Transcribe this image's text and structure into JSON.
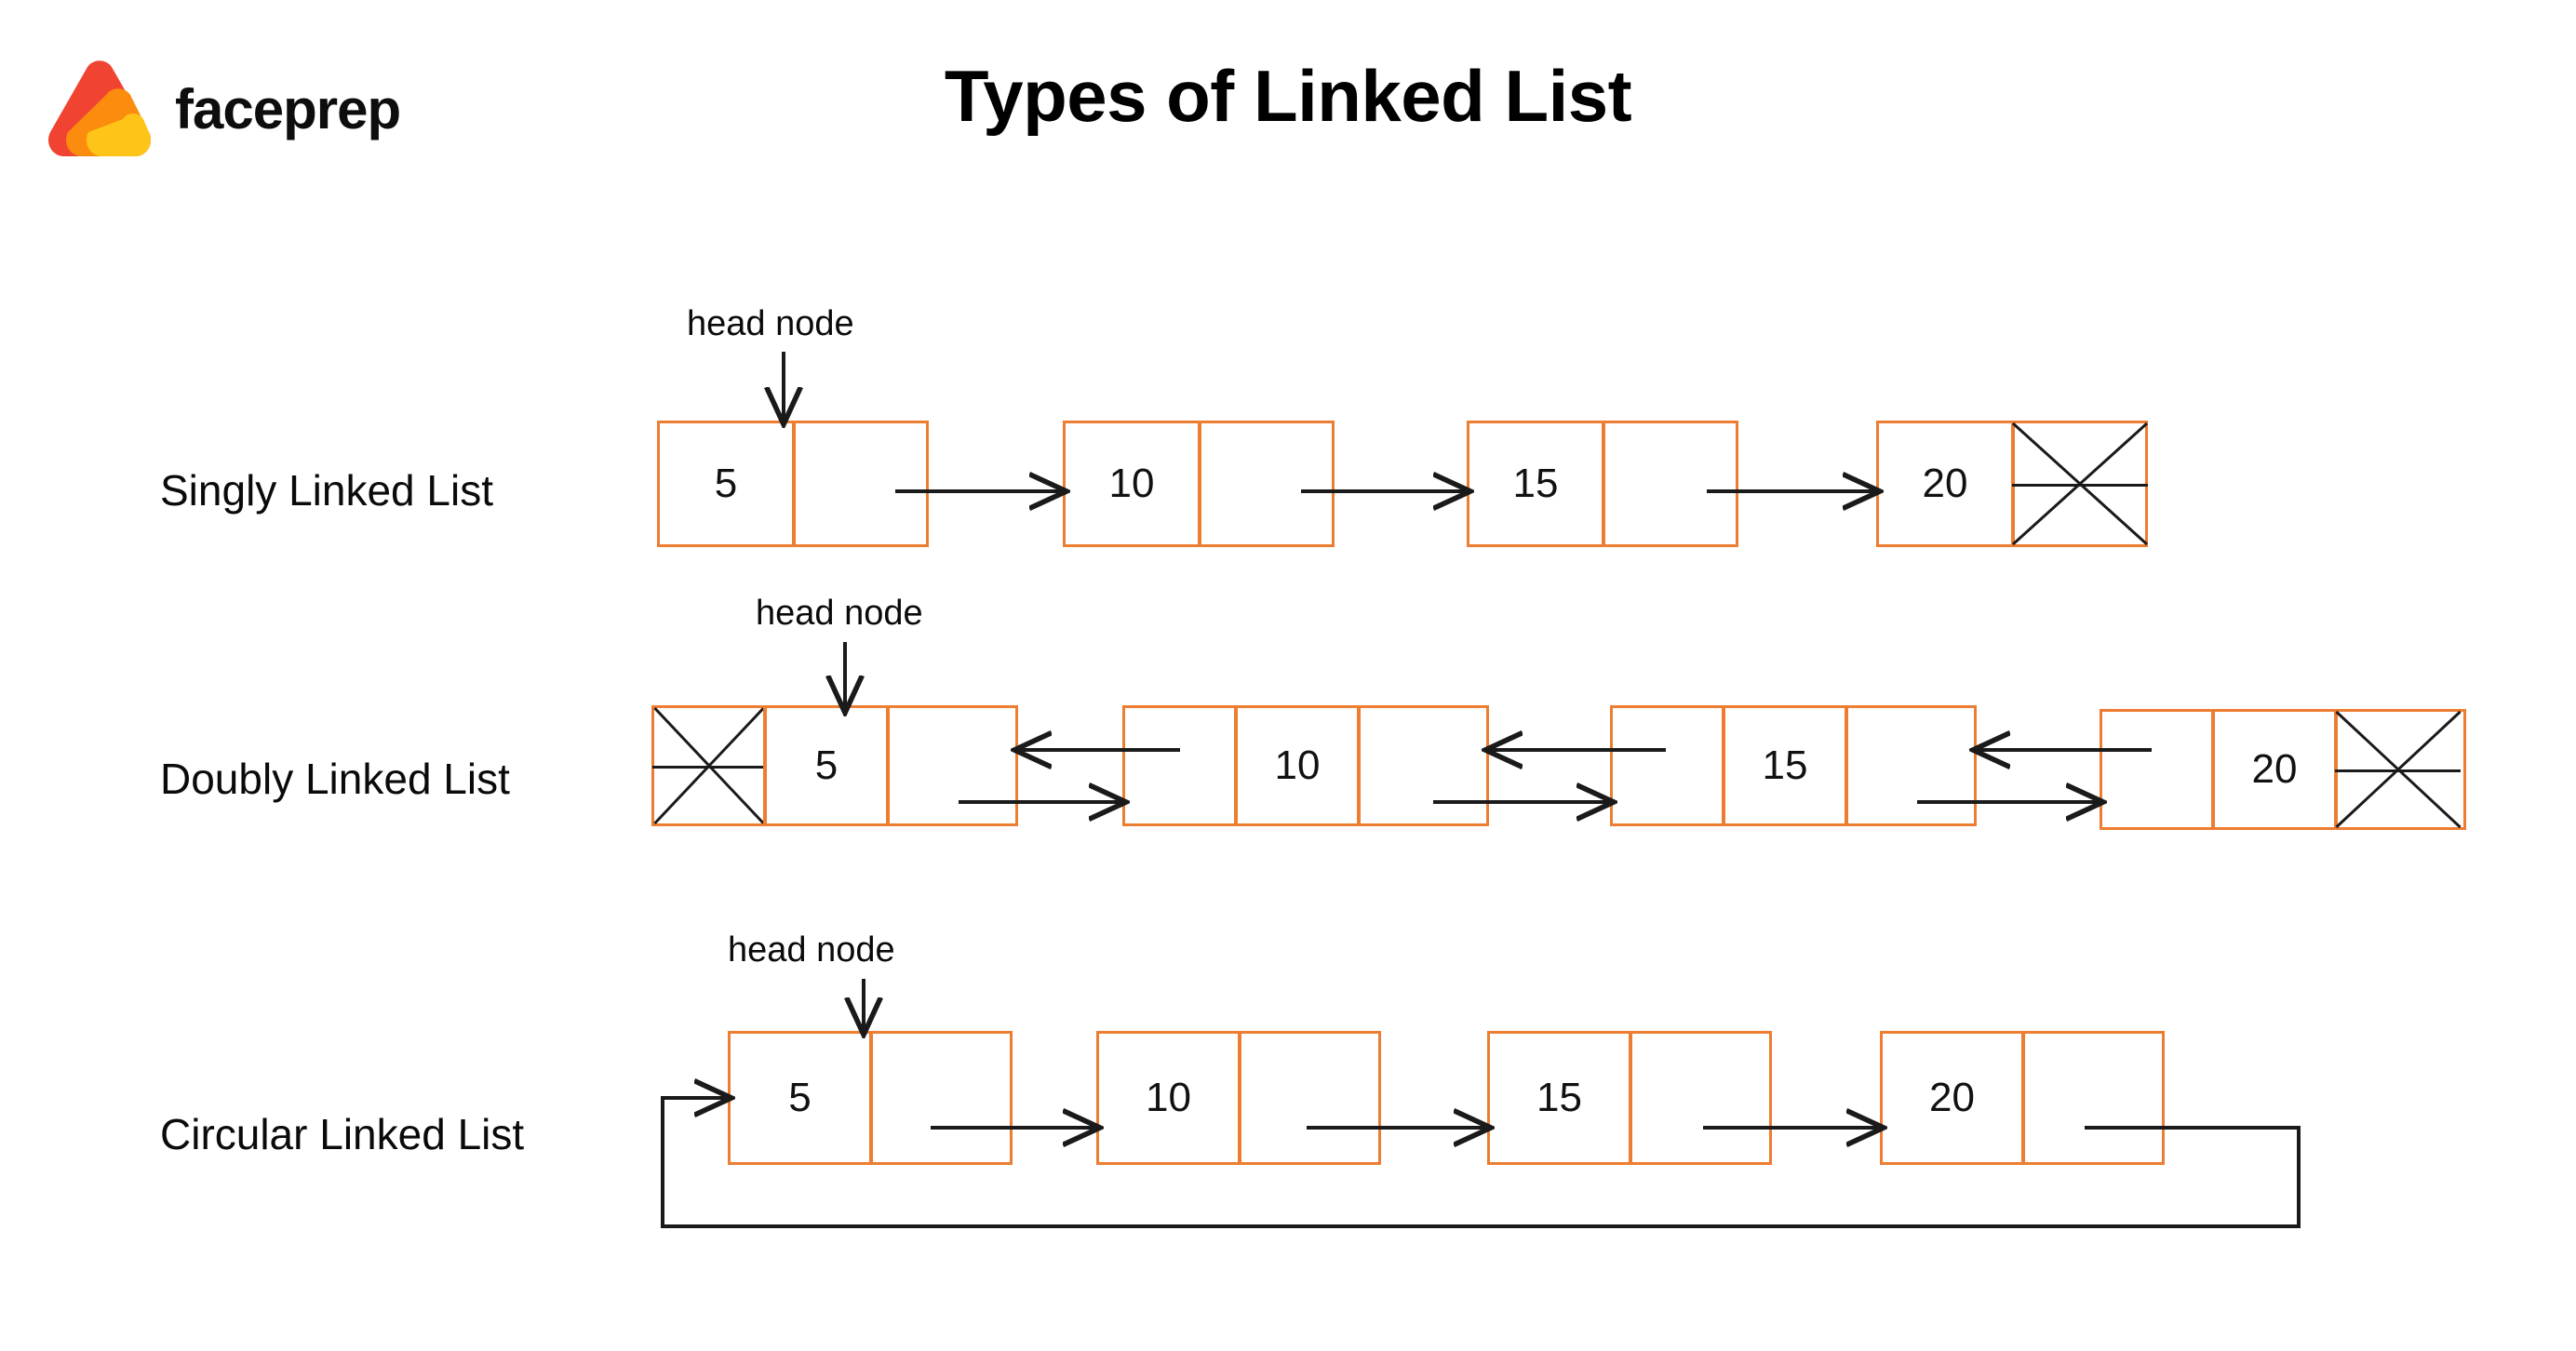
{
  "brand": {
    "name": "faceprep",
    "logo_icon": "faceprep-triangle-logo",
    "colors": {
      "red": "#F04332",
      "orange": "#FB8C0D",
      "yellow": "#FFC418"
    }
  },
  "header": {
    "title": "Types of Linked List"
  },
  "theme": {
    "node_border": "#ED7D31",
    "arrow": "#1a1a1a",
    "text": "#000000",
    "background": "#ffffff"
  },
  "diagram": {
    "type": "linked-list-diagram",
    "head_label": "head node",
    "rows": [
      {
        "label": "Singly Linked List",
        "kind": "singly",
        "cells_per_node": [
          "data",
          "next"
        ],
        "values": [
          "5",
          "10",
          "15",
          "20"
        ],
        "head_points_to_index": 0,
        "tail_next_is_null": true,
        "head_has_null_prev": false,
        "circular": false
      },
      {
        "label": "Doubly Linked List",
        "kind": "doubly",
        "cells_per_node": [
          "prev",
          "data",
          "next"
        ],
        "values": [
          "5",
          "10",
          "15",
          "20"
        ],
        "head_points_to_index": 0,
        "tail_next_is_null": true,
        "head_has_null_prev": true,
        "circular": false
      },
      {
        "label": "Circular Linked List",
        "kind": "circular",
        "cells_per_node": [
          "data",
          "next"
        ],
        "values": [
          "5",
          "10",
          "15",
          "20"
        ],
        "head_points_to_index": 0,
        "tail_next_is_null": false,
        "head_has_null_prev": false,
        "circular": true
      }
    ]
  }
}
